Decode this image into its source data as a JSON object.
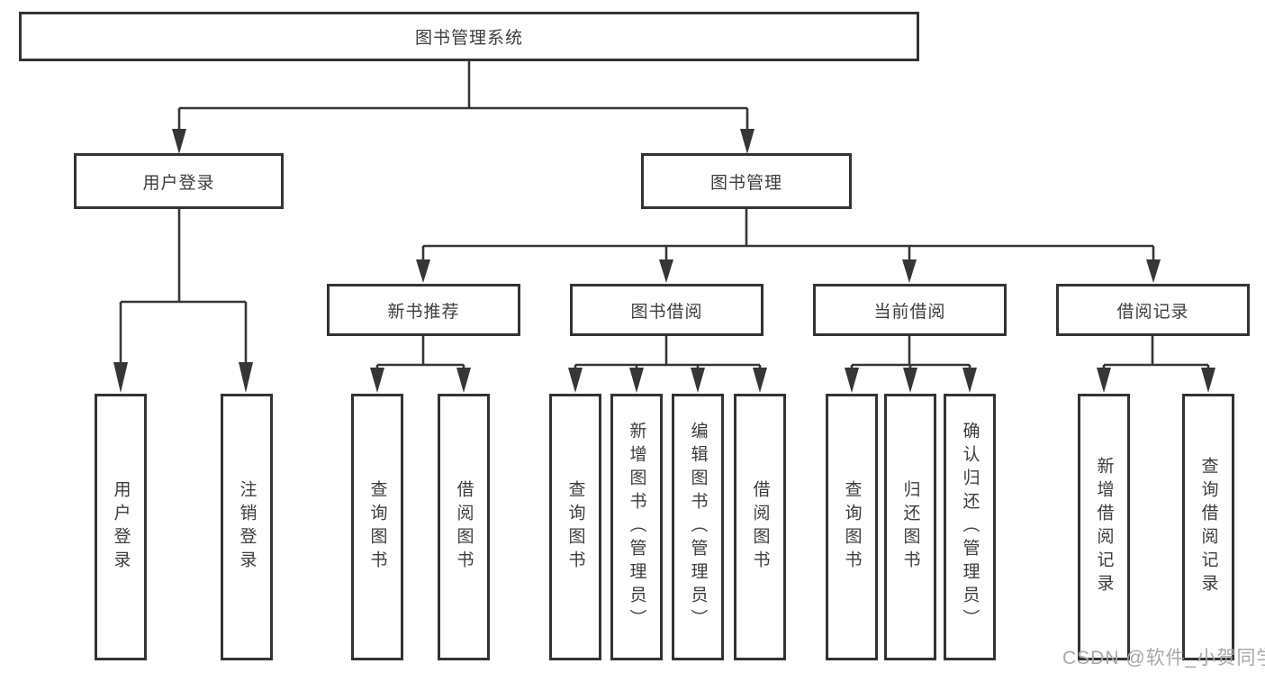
{
  "diagram": {
    "title": "图书管理系统",
    "root": {
      "label": "图书管理系统"
    },
    "level2": [
      {
        "name": "user-login-module",
        "label": "用户登录"
      },
      {
        "name": "book-management-module",
        "label": "图书管理"
      }
    ],
    "level3": [
      {
        "name": "new-book-recommend",
        "label": "新书推荐"
      },
      {
        "name": "book-borrowing",
        "label": "图书借阅"
      },
      {
        "name": "current-borrowing",
        "label": "当前借阅"
      },
      {
        "name": "borrowing-records",
        "label": "借阅记录"
      }
    ],
    "leaves": [
      {
        "name": "user-login",
        "label": "用户登录"
      },
      {
        "name": "logout",
        "label": "注销登录"
      },
      {
        "name": "query-books-recommend",
        "label": "查询图书"
      },
      {
        "name": "borrow-books-recommend",
        "label": "借阅图书"
      },
      {
        "name": "query-books-borrow",
        "label": "查询图书"
      },
      {
        "name": "add-books-admin",
        "label": "新增图书（管理员）"
      },
      {
        "name": "edit-books-admin",
        "label": "编辑图书（管理员）"
      },
      {
        "name": "borrow-books",
        "label": "借阅图书"
      },
      {
        "name": "query-books-current",
        "label": "查询图书"
      },
      {
        "name": "return-books",
        "label": "归还图书"
      },
      {
        "name": "confirm-return-admin",
        "label": "确认归还（管理员）"
      },
      {
        "name": "add-borrow-record",
        "label": "新增借阅记录"
      },
      {
        "name": "query-borrow-record",
        "label": "查询借阅记录"
      }
    ],
    "colors": {
      "line": "#363636",
      "border": "#333333",
      "text": "#3d3d3d",
      "watermark": "#a8a8a8",
      "background": "#ffffff"
    },
    "watermark": "CSDN @软件_小贺同学"
  }
}
